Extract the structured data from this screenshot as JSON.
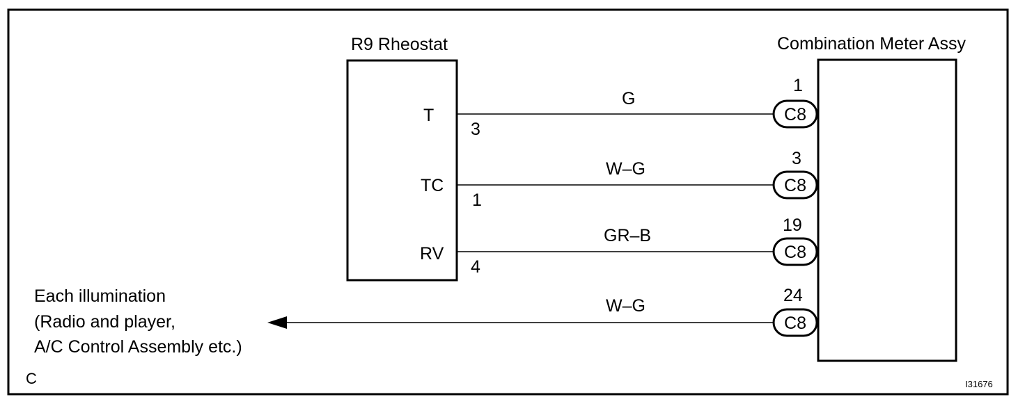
{
  "rheostat": {
    "title": "R9 Rheostat",
    "pins": [
      {
        "label": "T",
        "number": "3"
      },
      {
        "label": "TC",
        "number": "1"
      },
      {
        "label": "RV",
        "number": "4"
      }
    ]
  },
  "meter": {
    "title": "Combination Meter Assy"
  },
  "wires": [
    {
      "color": "G",
      "connector": "C8",
      "pin": "1"
    },
    {
      "color": "W–G",
      "connector": "C8",
      "pin": "3"
    },
    {
      "color": "GR–B",
      "connector": "C8",
      "pin": "19"
    },
    {
      "color": "W–G",
      "connector": "C8",
      "pin": "24"
    }
  ],
  "illumination": {
    "line1": "Each illumination",
    "line2": "(Radio and player,",
    "line3": "A/C Control Assembly etc.)"
  },
  "corner_label": "C",
  "figure_id": "I31676"
}
